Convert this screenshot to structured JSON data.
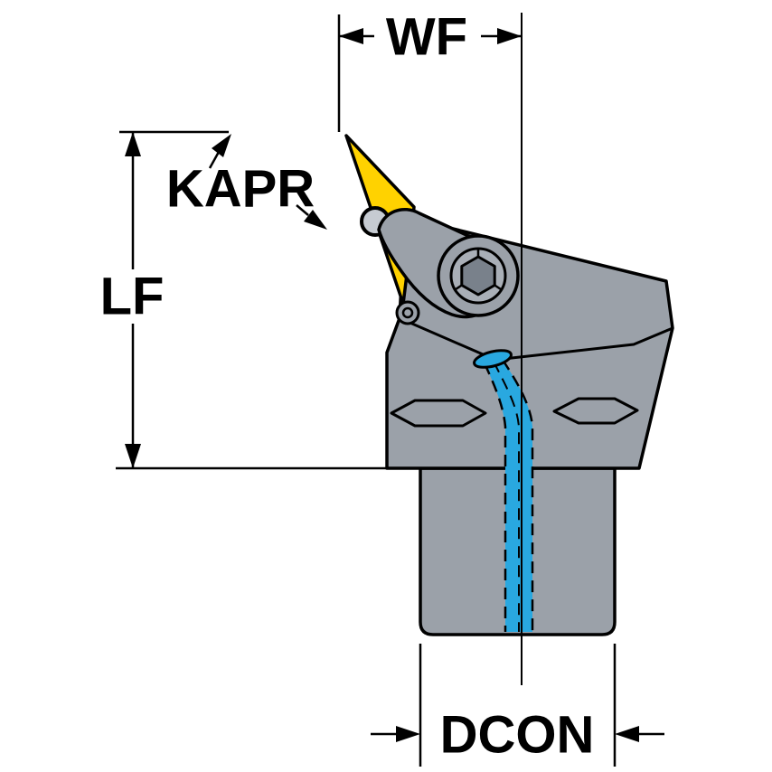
{
  "diagram": {
    "labels": {
      "wf": "WF",
      "kapr": "KAPR",
      "lf": "LF",
      "dcon": "DCON"
    },
    "colors": {
      "background": "#FFFFFF",
      "outline": "#000000",
      "body_gray": "#9BA1A9",
      "boss_ring_gray": "#A9AFB7",
      "hex_gray": "#79818B",
      "hole_gray": "#C6CBD2",
      "insert_yellow": "#FFD200",
      "coolant_blue": "#29A8E0"
    }
  }
}
